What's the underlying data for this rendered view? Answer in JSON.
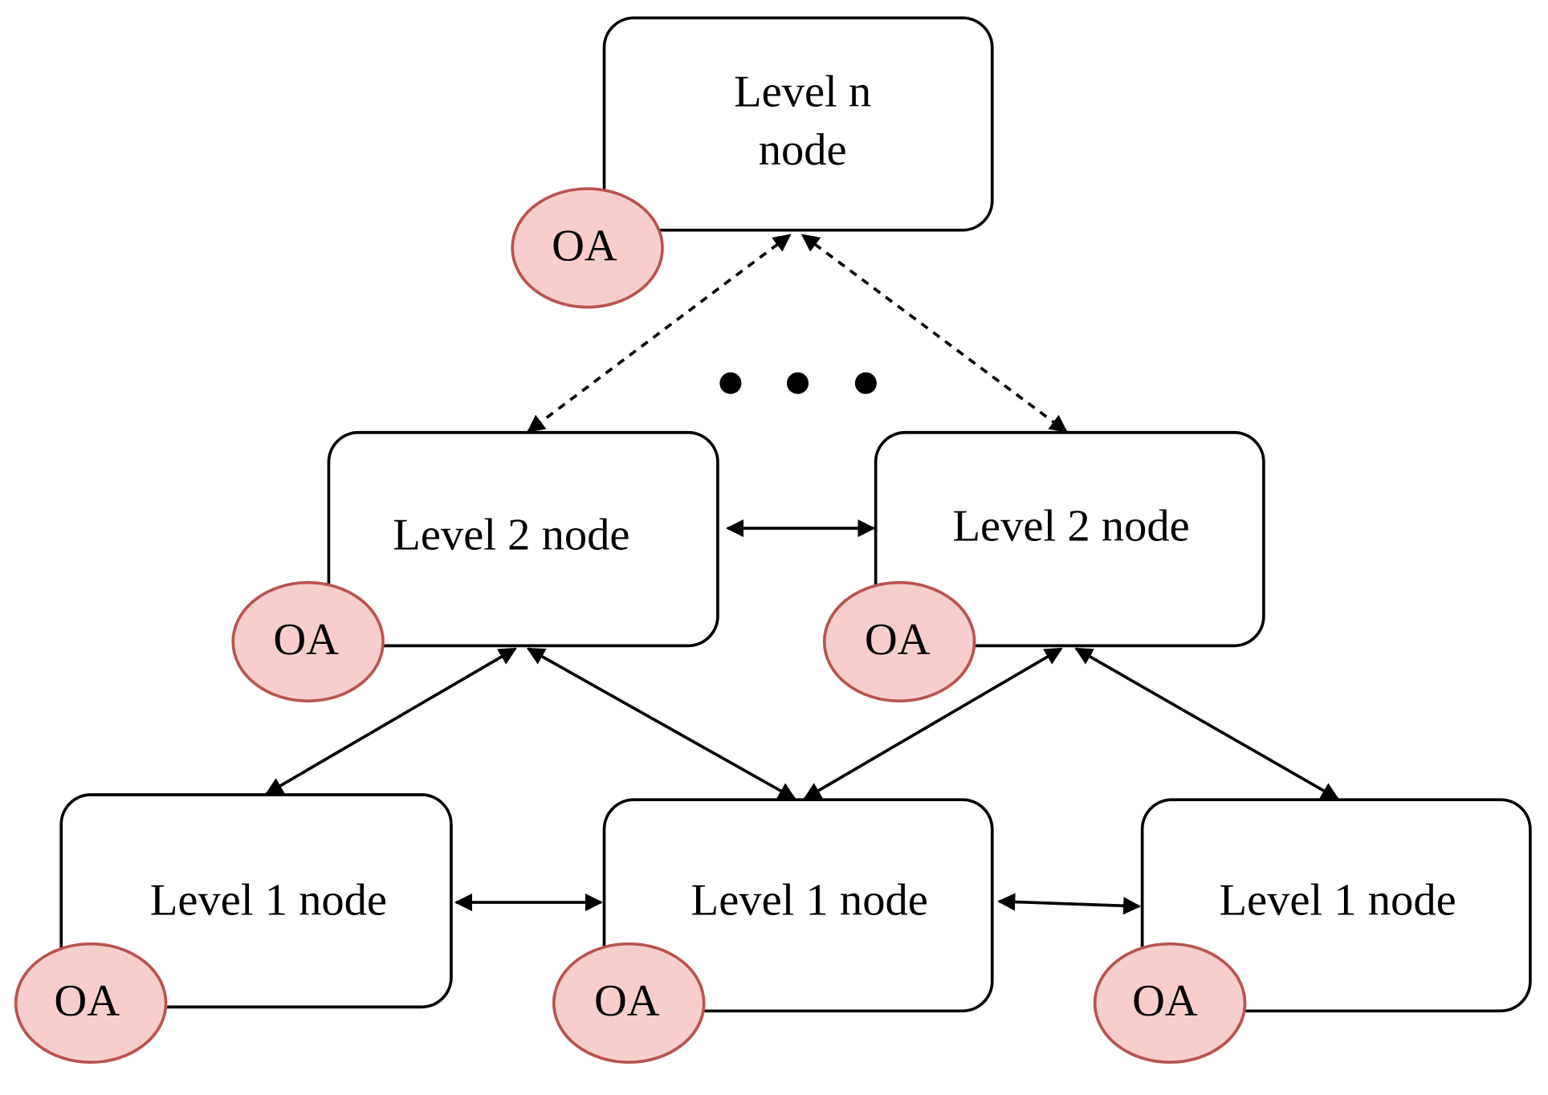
{
  "colors": {
    "oa_fill": "#f8cecc",
    "oa_stroke": "#b85450",
    "box_stroke": "#000000"
  },
  "nodes": {
    "top": {
      "line1": "Level n",
      "line2": "node",
      "oa": "OA"
    },
    "l2_left": {
      "label": "Level 2 node",
      "oa": "OA"
    },
    "l2_right": {
      "label": "Level 2 node",
      "oa": "OA"
    },
    "l1_left": {
      "label": "Level 1 node",
      "oa": "OA"
    },
    "l1_mid": {
      "label": "Level 1 node",
      "oa": "OA"
    },
    "l1_right": {
      "label": "Level 1 node",
      "oa": "OA"
    }
  },
  "ellipsis": "• • •"
}
